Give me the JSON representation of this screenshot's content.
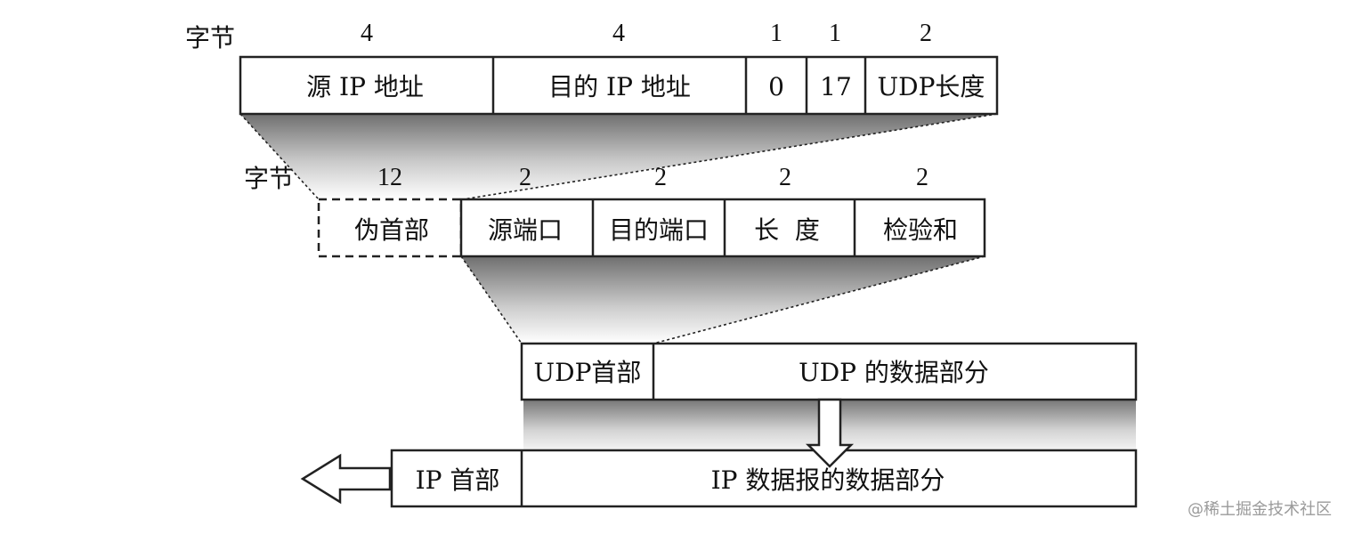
{
  "ip_pseudo_header": {
    "byte_label": "字节",
    "byte_counts": [
      "4",
      "4",
      "1",
      "1",
      "2"
    ],
    "fields": [
      "源 IP 地址",
      "目的 IP 地址",
      "0",
      "17",
      "UDP长度"
    ]
  },
  "udp_header": {
    "byte_label": "字节",
    "byte_counts": [
      "12",
      "2",
      "2",
      "2",
      "2"
    ],
    "fields": [
      "伪首部",
      "源端口",
      "目的端口",
      "长  度",
      "检验和"
    ]
  },
  "udp_datagram": {
    "fields": [
      "UDP首部",
      "UDP 的数据部分"
    ]
  },
  "ip_datagram": {
    "fields": [
      "IP 首部",
      "IP 数据报的数据部分"
    ]
  },
  "watermark": "@稀土掘金技术社区"
}
